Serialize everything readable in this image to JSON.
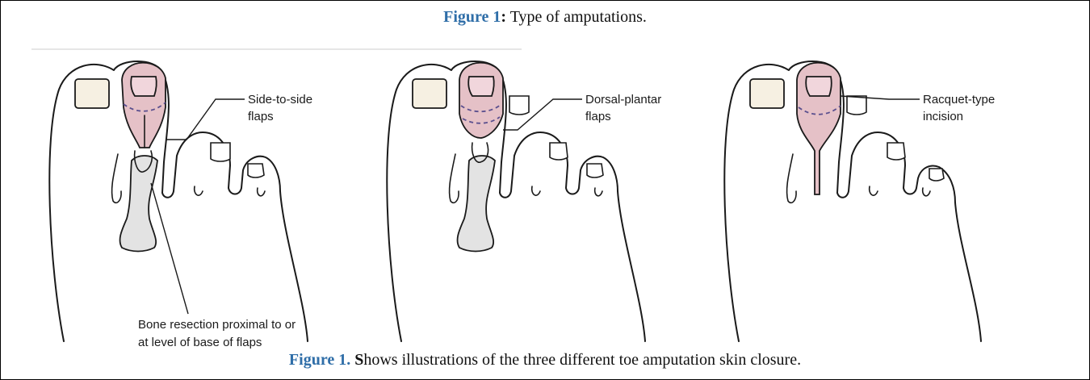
{
  "caption_top": {
    "label": "Figure 1",
    "separator": ":",
    "text": " Type of amputations."
  },
  "caption_bottom": {
    "label": "Figure 1",
    "separator": ". ",
    "lead_letter": "S",
    "text": "hows illustrations of the three different toe amputation skin closure."
  },
  "panels": [
    {
      "label_line1": "Side-to-side",
      "label_line2": "flaps",
      "note_line1": "Bone resection proximal to or",
      "note_line2": "at level of base of flaps"
    },
    {
      "label_line1": "Dorsal-plantar",
      "label_line2": "flaps"
    },
    {
      "label_line1": "Racquet-type",
      "label_line2": "incision"
    }
  ],
  "colors": {
    "figure_label": "#2f6ea8",
    "flap_pink": "#e5c1c7",
    "incision_dash": "#5a4f8e",
    "bone_gray": "#e3e3e3"
  }
}
